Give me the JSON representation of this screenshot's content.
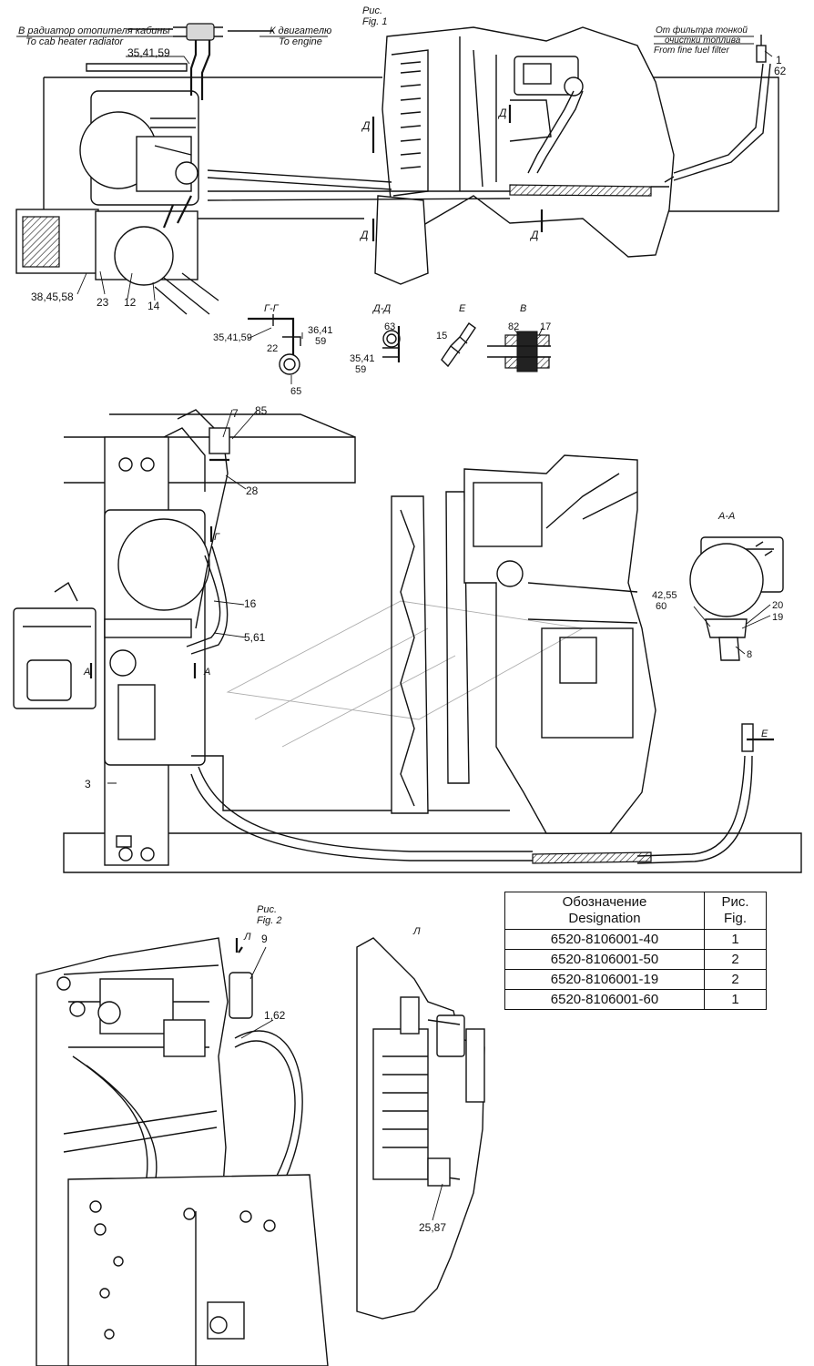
{
  "figure1": {
    "title_ru": "Рис.",
    "title_en": "Fig. 1",
    "to_cab_heater_ru": "В радиатор отопителя кабины",
    "to_cab_heater_en": "To cab heater radiator",
    "to_engine_ru": "К двигателю",
    "to_engine_en": "To engine",
    "from_filter_ru_1": "От фильтра тонкой",
    "from_filter_ru_2": "очистки топлива",
    "from_filter_en": "From fine fuel filter",
    "callouts": {
      "c_35_41_59_top": "35,41,59",
      "c_1": "1",
      "c_62": "62",
      "c_38_45_58": "38,45,58",
      "c_23": "23",
      "c_12": "12",
      "c_14": "14",
      "section_d_1": "Д",
      "section_d_2": "Д",
      "section_d_3": "Д",
      "section_d_4": "Д"
    }
  },
  "details": {
    "g_g": {
      "title": "Г-Г",
      "c_35_41_59": "35,41,59",
      "c_22": "22",
      "c_36_41": "36,41",
      "c_59": "59",
      "c_65": "65"
    },
    "d_d": {
      "title": "Д-Д",
      "c_63": "63",
      "c_35_41": "35,41",
      "c_59": "59"
    },
    "e": {
      "title": "Е",
      "c_15": "15"
    },
    "v": {
      "title": "В",
      "c_82": "82",
      "c_17": "17"
    }
  },
  "main_view": {
    "callouts": {
      "c_7": "7",
      "c_85": "85",
      "c_28": "28",
      "c_16": "16",
      "c_5_61": "5,61",
      "c_3": "3",
      "sec_g": "Г",
      "sec_a_1": "A",
      "sec_a_2": "A",
      "sec_e": "E"
    }
  },
  "section_a_a": {
    "title": "A-A",
    "c_42_55": "42,55",
    "c_60": "60",
    "c_20": "20",
    "c_19": "19",
    "c_8": "8"
  },
  "figure2": {
    "title_ru": "Рис.",
    "title_en": "Fig. 2",
    "view_l": "Л",
    "c_9": "9",
    "c_1_62": "1,62"
  },
  "view_l": {
    "title": "Л",
    "c_25_87": "25,87"
  },
  "designation_table": {
    "header_designation_ru": "Обозначение",
    "header_designation_en": "Designation",
    "header_fig_ru": "Рис.",
    "header_fig_en": "Fig.",
    "rows": [
      {
        "designation": "6520-8106001-40",
        "fig": "1"
      },
      {
        "designation": "6520-8106001-50",
        "fig": "2"
      },
      {
        "designation": "6520-8106001-19",
        "fig": "2"
      },
      {
        "designation": "6520-8106001-60",
        "fig": "1"
      }
    ]
  }
}
